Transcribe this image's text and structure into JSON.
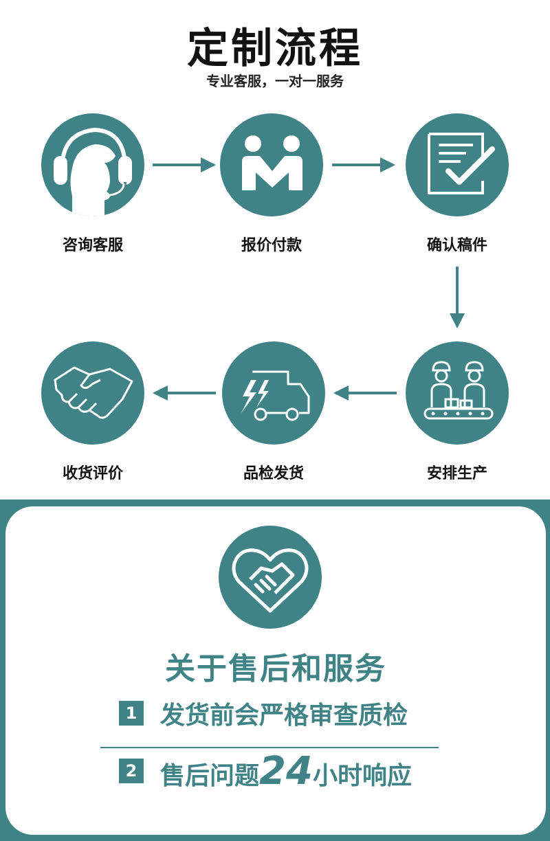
{
  "header": {
    "title": "定制流程",
    "subtitle": "专业客服，一对一服务"
  },
  "steps": [
    {
      "label": "咨询客服",
      "icon": "headset-icon"
    },
    {
      "label": "报价付款",
      "icon": "people-meeting-icon"
    },
    {
      "label": "确认稿件",
      "icon": "document-check-icon"
    },
    {
      "label": "安排生产",
      "icon": "workers-conveyor-icon"
    },
    {
      "label": "品检发货",
      "icon": "delivery-truck-icon"
    },
    {
      "label": "收货评价",
      "icon": "handshake-icon"
    }
  ],
  "service": {
    "icon": "heart-handshake-icon",
    "title": "关于售后和服务",
    "items": [
      {
        "num": "1",
        "text": "发货前会严格审查质检"
      },
      {
        "num": "2",
        "text_before": "售后问题",
        "text_big": "24",
        "text_after": "小时响应"
      }
    ]
  },
  "colors": {
    "accent": "#3f8386",
    "text": "#111111",
    "background": "#ffffff"
  }
}
